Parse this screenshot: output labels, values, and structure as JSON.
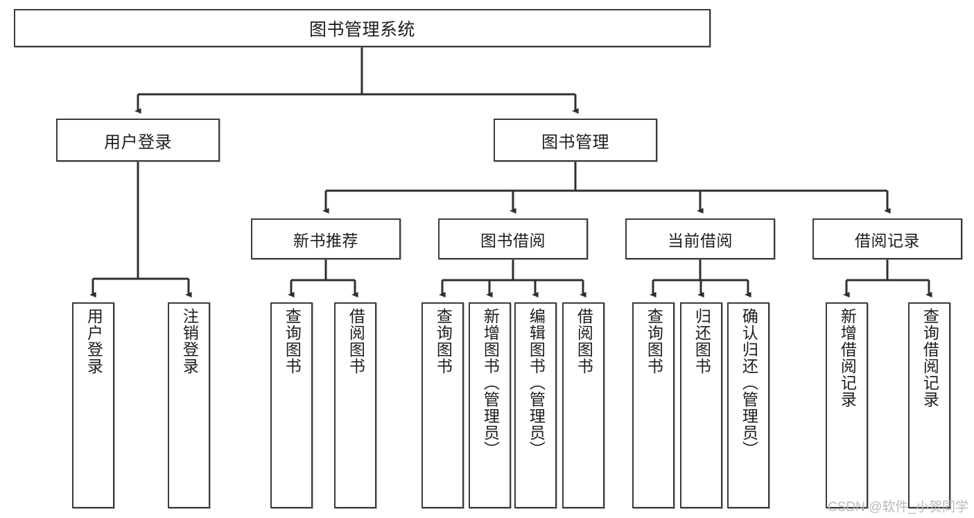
{
  "diagram": {
    "title": "图书管理系统",
    "type": "tree-hierarchy",
    "root": {
      "label": "图书管理系统"
    },
    "level2": [
      {
        "label": "用户登录"
      },
      {
        "label": "图书管理"
      }
    ],
    "level3": [
      {
        "label": "新书推荐"
      },
      {
        "label": "图书借阅"
      },
      {
        "label": "当前借阅"
      },
      {
        "label": "借阅记录"
      }
    ],
    "leaves": [
      {
        "label": "用户登录"
      },
      {
        "label": "注销登录"
      },
      {
        "label": "查询图书"
      },
      {
        "label": "借阅图书"
      },
      {
        "label": "查询图书"
      },
      {
        "label": "新增图书（管理员）"
      },
      {
        "label": "编辑图书（管理员）"
      },
      {
        "label": "借阅图书"
      },
      {
        "label": "查询图书"
      },
      {
        "label": "归还图书"
      },
      {
        "label": "确认归还（管理员）"
      },
      {
        "label": "新增借阅记录"
      },
      {
        "label": "查询借阅记录"
      }
    ]
  },
  "watermark": {
    "text": "CSDN @软件_小贺同学"
  },
  "colors": {
    "stroke": "#3b3b3b",
    "fill": "#ffffff",
    "text": "#1d1d1d",
    "watermark": "#b9b9b9"
  }
}
